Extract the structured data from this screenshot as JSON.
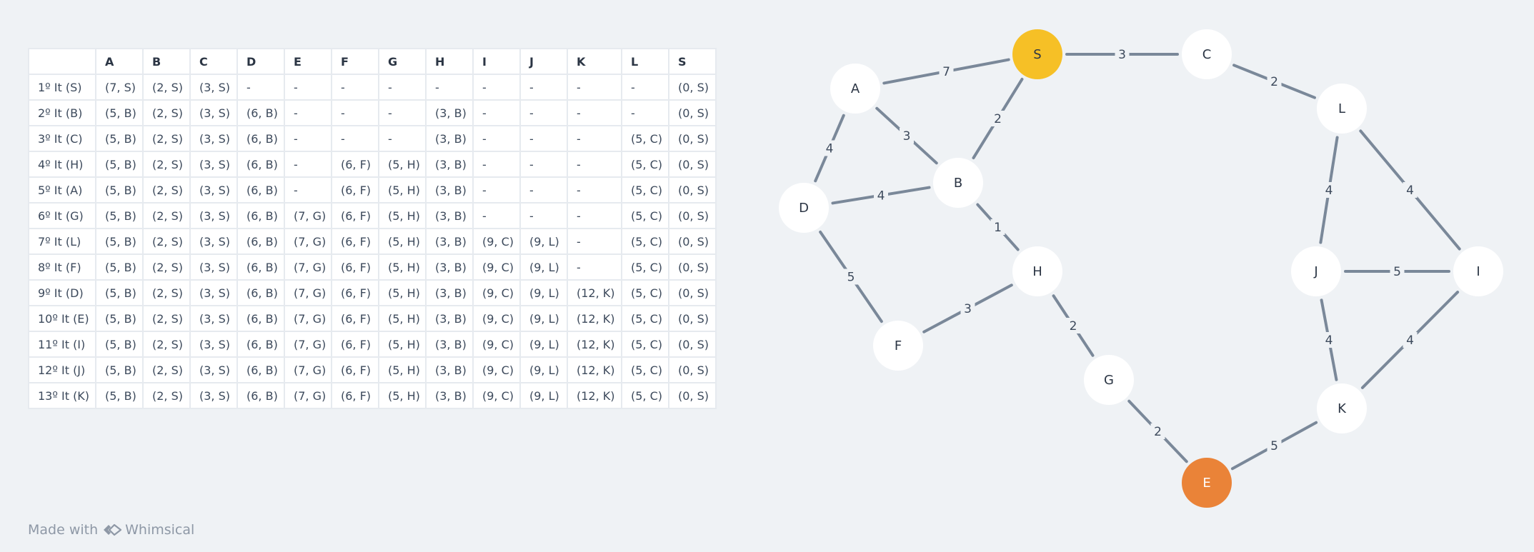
{
  "table": {
    "headers": [
      "",
      "A",
      "B",
      "C",
      "D",
      "E",
      "F",
      "G",
      "H",
      "I",
      "J",
      "K",
      "L",
      "S"
    ],
    "rows": [
      [
        "1º It (S)",
        "(7, S)",
        "(2, S)",
        "(3, S)",
        "-",
        "-",
        "-",
        "-",
        "-",
        "-",
        "-",
        "-",
        "-",
        "(0, S)"
      ],
      [
        "2º It (B)",
        "(5, B)",
        "(2, S)",
        "(3, S)",
        "(6, B)",
        "-",
        "-",
        "-",
        "(3, B)",
        "-",
        "-",
        "-",
        "-",
        "(0, S)"
      ],
      [
        "3º It (C)",
        "(5, B)",
        "(2, S)",
        "(3, S)",
        "(6, B)",
        "-",
        "-",
        "-",
        "(3, B)",
        "-",
        "-",
        "-",
        "(5, C)",
        "(0, S)"
      ],
      [
        "4º It (H)",
        "(5, B)",
        "(2, S)",
        "(3, S)",
        "(6, B)",
        "-",
        "(6, F)",
        "(5, H)",
        "(3, B)",
        "-",
        "-",
        "-",
        "(5, C)",
        "(0, S)"
      ],
      [
        "5º It (A)",
        "(5, B)",
        "(2, S)",
        "(3, S)",
        "(6, B)",
        "-",
        "(6, F)",
        "(5, H)",
        "(3, B)",
        "-",
        "-",
        "-",
        "(5, C)",
        "(0, S)"
      ],
      [
        "6º It (G)",
        "(5, B)",
        "(2, S)",
        "(3, S)",
        "(6, B)",
        "(7, G)",
        "(6, F)",
        "(5, H)",
        "(3, B)",
        "-",
        "-",
        "-",
        "(5, C)",
        "(0, S)"
      ],
      [
        "7º It (L)",
        "(5, B)",
        "(2, S)",
        "(3, S)",
        "(6, B)",
        "(7, G)",
        "(6, F)",
        "(5, H)",
        "(3, B)",
        "(9, C)",
        "(9, L)",
        "-",
        "(5, C)",
        "(0, S)"
      ],
      [
        "8º It (F)",
        "(5, B)",
        "(2, S)",
        "(3, S)",
        "(6, B)",
        "(7, G)",
        "(6, F)",
        "(5, H)",
        "(3, B)",
        "(9, C)",
        "(9, L)",
        "-",
        "(5, C)",
        "(0, S)"
      ],
      [
        "9º It (D)",
        "(5, B)",
        "(2, S)",
        "(3, S)",
        "(6, B)",
        "(7, G)",
        "(6, F)",
        "(5, H)",
        "(3, B)",
        "(9, C)",
        "(9, L)",
        "(12, K)",
        "(5, C)",
        "(0, S)"
      ],
      [
        "10º It (E)",
        "(5, B)",
        "(2, S)",
        "(3, S)",
        "(6, B)",
        "(7, G)",
        "(6, F)",
        "(5, H)",
        "(3, B)",
        "(9, C)",
        "(9, L)",
        "(12, K)",
        "(5, C)",
        "(0, S)"
      ],
      [
        "11º It (I)",
        "(5, B)",
        "(2, S)",
        "(3, S)",
        "(6, B)",
        "(7, G)",
        "(6, F)",
        "(5, H)",
        "(3, B)",
        "(9, C)",
        "(9, L)",
        "(12, K)",
        "(5, C)",
        "(0, S)"
      ],
      [
        "12º It (J)",
        "(5, B)",
        "(2, S)",
        "(3, S)",
        "(6, B)",
        "(7, G)",
        "(6, F)",
        "(5, H)",
        "(3, B)",
        "(9, C)",
        "(9, L)",
        "(12, K)",
        "(5, C)",
        "(0, S)"
      ],
      [
        "13º It (K)",
        "(5, B)",
        "(2, S)",
        "(3, S)",
        "(6, B)",
        "(7, G)",
        "(6, F)",
        "(5, H)",
        "(3, B)",
        "(9, C)",
        "(9, L)",
        "(12, K)",
        "(5, C)",
        "(0, S)"
      ]
    ]
  },
  "graph": {
    "nodes": [
      {
        "id": "S",
        "label": "S",
        "role": "start",
        "color": "#f6c026"
      },
      {
        "id": "C",
        "label": "C"
      },
      {
        "id": "A",
        "label": "A"
      },
      {
        "id": "L",
        "label": "L"
      },
      {
        "id": "B",
        "label": "B"
      },
      {
        "id": "D",
        "label": "D"
      },
      {
        "id": "H",
        "label": "H"
      },
      {
        "id": "J",
        "label": "J"
      },
      {
        "id": "I",
        "label": "I"
      },
      {
        "id": "F",
        "label": "F"
      },
      {
        "id": "G",
        "label": "G"
      },
      {
        "id": "K",
        "label": "K"
      },
      {
        "id": "E",
        "label": "E",
        "role": "end",
        "color": "#ea8338"
      }
    ],
    "edges": [
      {
        "from": "S",
        "to": "C",
        "weight": "3"
      },
      {
        "from": "A",
        "to": "S",
        "weight": "7"
      },
      {
        "from": "S",
        "to": "B",
        "weight": "2"
      },
      {
        "from": "C",
        "to": "L",
        "weight": "2"
      },
      {
        "from": "A",
        "to": "B",
        "weight": "3"
      },
      {
        "from": "A",
        "to": "D",
        "weight": "4"
      },
      {
        "from": "D",
        "to": "B",
        "weight": "4"
      },
      {
        "from": "B",
        "to": "H",
        "weight": "1"
      },
      {
        "from": "D",
        "to": "F",
        "weight": "5"
      },
      {
        "from": "F",
        "to": "H",
        "weight": "3"
      },
      {
        "from": "H",
        "to": "G",
        "weight": "2"
      },
      {
        "from": "G",
        "to": "E",
        "weight": "2"
      },
      {
        "from": "E",
        "to": "K",
        "weight": "5"
      },
      {
        "from": "L",
        "to": "J",
        "weight": "4"
      },
      {
        "from": "L",
        "to": "I",
        "weight": "4"
      },
      {
        "from": "J",
        "to": "I",
        "weight": "5"
      },
      {
        "from": "J",
        "to": "K",
        "weight": "4"
      },
      {
        "from": "K",
        "to": "I",
        "weight": "4"
      }
    ]
  },
  "colors": {
    "background": "#eff2f5",
    "node_fill": "#ffffff",
    "edge": "#7a8899",
    "start_node": "#f6c026",
    "end_node": "#ea8338"
  },
  "footer": {
    "prefix": "Made with",
    "brand": "Whimsical",
    "icon": "whimsical-logo-icon"
  }
}
